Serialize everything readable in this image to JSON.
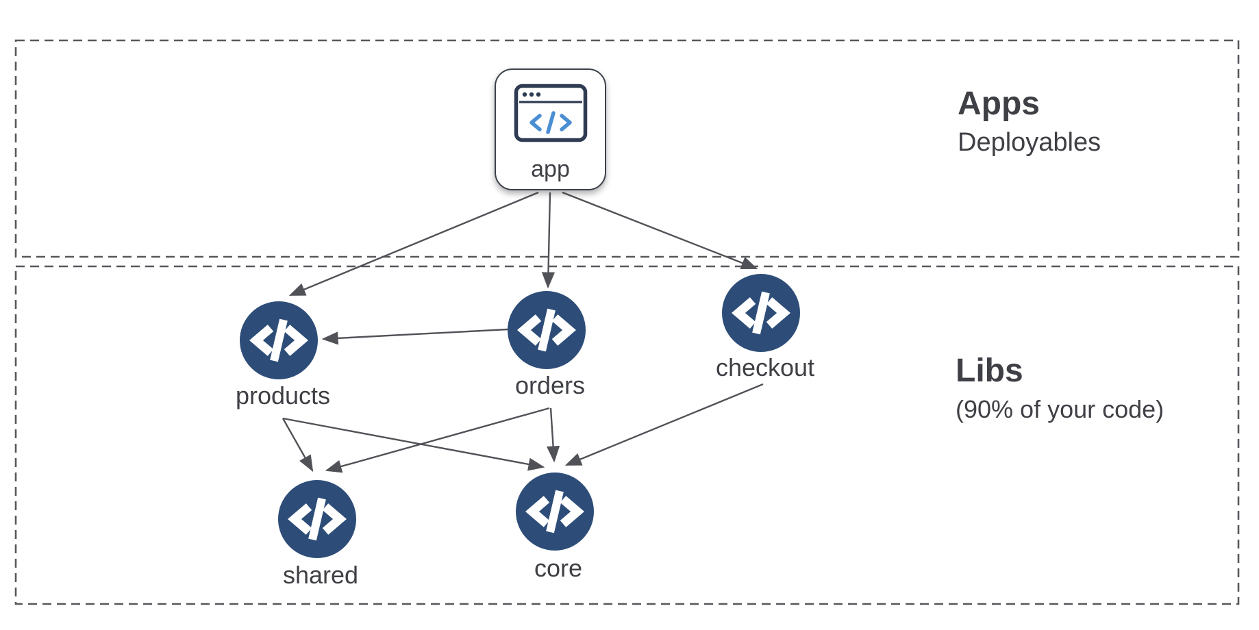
{
  "title": "Apps and Libs workspace architecture diagram",
  "sections": {
    "apps": {
      "title": "Apps",
      "subtitle": "Deployables"
    },
    "libs": {
      "title": "Libs",
      "subtitle": "(90% of your code)"
    }
  },
  "nodes": {
    "app": {
      "label": "app",
      "type": "application",
      "icon": "browser-window-code-icon"
    },
    "products": {
      "label": "products",
      "type": "library",
      "icon": "code-chevrons-icon"
    },
    "orders": {
      "label": "orders",
      "type": "library",
      "icon": "code-chevrons-icon"
    },
    "checkout": {
      "label": "checkout",
      "type": "library",
      "icon": "code-chevrons-icon"
    },
    "shared": {
      "label": "shared",
      "type": "library",
      "icon": "code-chevrons-icon"
    },
    "core": {
      "label": "core",
      "type": "library",
      "icon": "code-chevrons-icon"
    }
  },
  "edges": [
    {
      "from": "app",
      "to": "products"
    },
    {
      "from": "app",
      "to": "orders"
    },
    {
      "from": "app",
      "to": "checkout"
    },
    {
      "from": "orders",
      "to": "products"
    },
    {
      "from": "products",
      "to": "shared"
    },
    {
      "from": "products",
      "to": "core"
    },
    {
      "from": "orders",
      "to": "shared"
    },
    {
      "from": "orders",
      "to": "core"
    },
    {
      "from": "checkout",
      "to": "core"
    }
  ],
  "colors": {
    "node_fill": "#2d4d78",
    "node_glyph": "#ffffff",
    "edge": "#515257",
    "dashed_border": "#57585c",
    "text": "#3f4045",
    "app_icon_frame": "#2e3b52",
    "app_icon_accent": "#4a8ed3"
  }
}
